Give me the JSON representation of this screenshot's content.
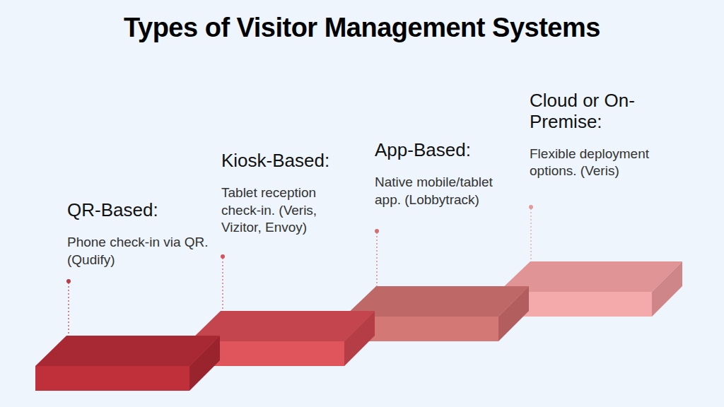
{
  "diagram": {
    "title": "Types of Visitor Management Systems",
    "nodes": [
      {
        "text": [
          "QR-Based:",
          "Phone check-in via QR. (Qudify)"
        ]
      },
      {
        "text": [
          "Kiosk-Based:",
          "Tablet reception check-in. (Veris, Vizitor, Envoy)"
        ]
      },
      {
        "text": [
          "App-Based:",
          "Native mobile/tablet app. (Lobbytrack)"
        ]
      },
      {
        "text": [
          "Cloud or On-Premise:",
          "Flexible deployment options. (Veris)"
        ]
      }
    ]
  }
}
